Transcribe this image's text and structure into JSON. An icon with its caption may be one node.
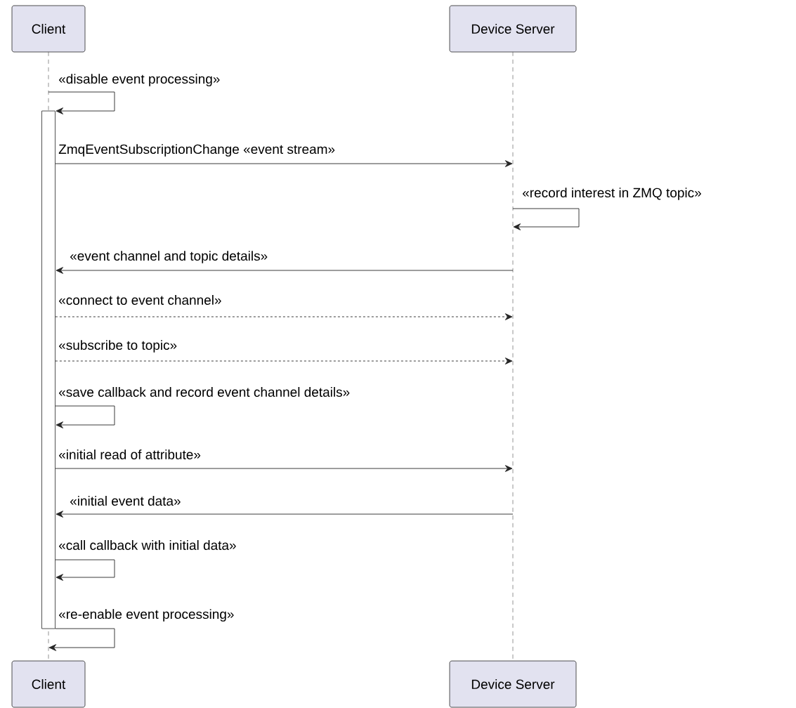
{
  "diagram": {
    "nodes": [
      {
        "text": [
          "Client"
        ]
      },
      {
        "text": [
          "Device Server"
        ]
      },
      {
        "text": [
          "Client"
        ]
      },
      {
        "text": [
          "Device Server"
        ]
      },
      {
        "text": [],
        "shape": "line"
      },
      {
        "text": [],
        "shape": "line"
      },
      {
        "text": [],
        "shape": "bar"
      }
    ],
    "edges": [
      {
        "from": 4,
        "to": 6,
        "arrow": "to",
        "label": "«disable event processing»"
      },
      {
        "from": 6,
        "to": 5,
        "arrow": "to",
        "label": "ZmqEventSubscriptionChange «event stream»"
      },
      {
        "from": 5,
        "to": 5,
        "arrow": "to",
        "label": "«record interest in ZMQ topic»"
      },
      {
        "from": 5,
        "to": 6,
        "arrow": "to",
        "label": "«event channel and topic details»"
      },
      {
        "from": 6,
        "to": 5,
        "arrow": "to",
        "label": "«connect to event channel»",
        "style": "dashed"
      },
      {
        "from": 6,
        "to": 5,
        "arrow": "to",
        "label": "«subscribe to topic»",
        "style": "dashed"
      },
      {
        "from": 6,
        "to": 6,
        "arrow": "to",
        "label": "«save callback and record event channel details»"
      },
      {
        "from": 6,
        "to": 5,
        "arrow": "to",
        "label": "«initial read of attribute»"
      },
      {
        "from": 5,
        "to": 6,
        "arrow": "to",
        "label": "«initial event data»"
      },
      {
        "from": 6,
        "to": 6,
        "arrow": "to",
        "label": "«call callback with initial data»"
      },
      {
        "from": 6,
        "to": 4,
        "arrow": "to",
        "label": "«re-enable event processing»"
      }
    ]
  }
}
